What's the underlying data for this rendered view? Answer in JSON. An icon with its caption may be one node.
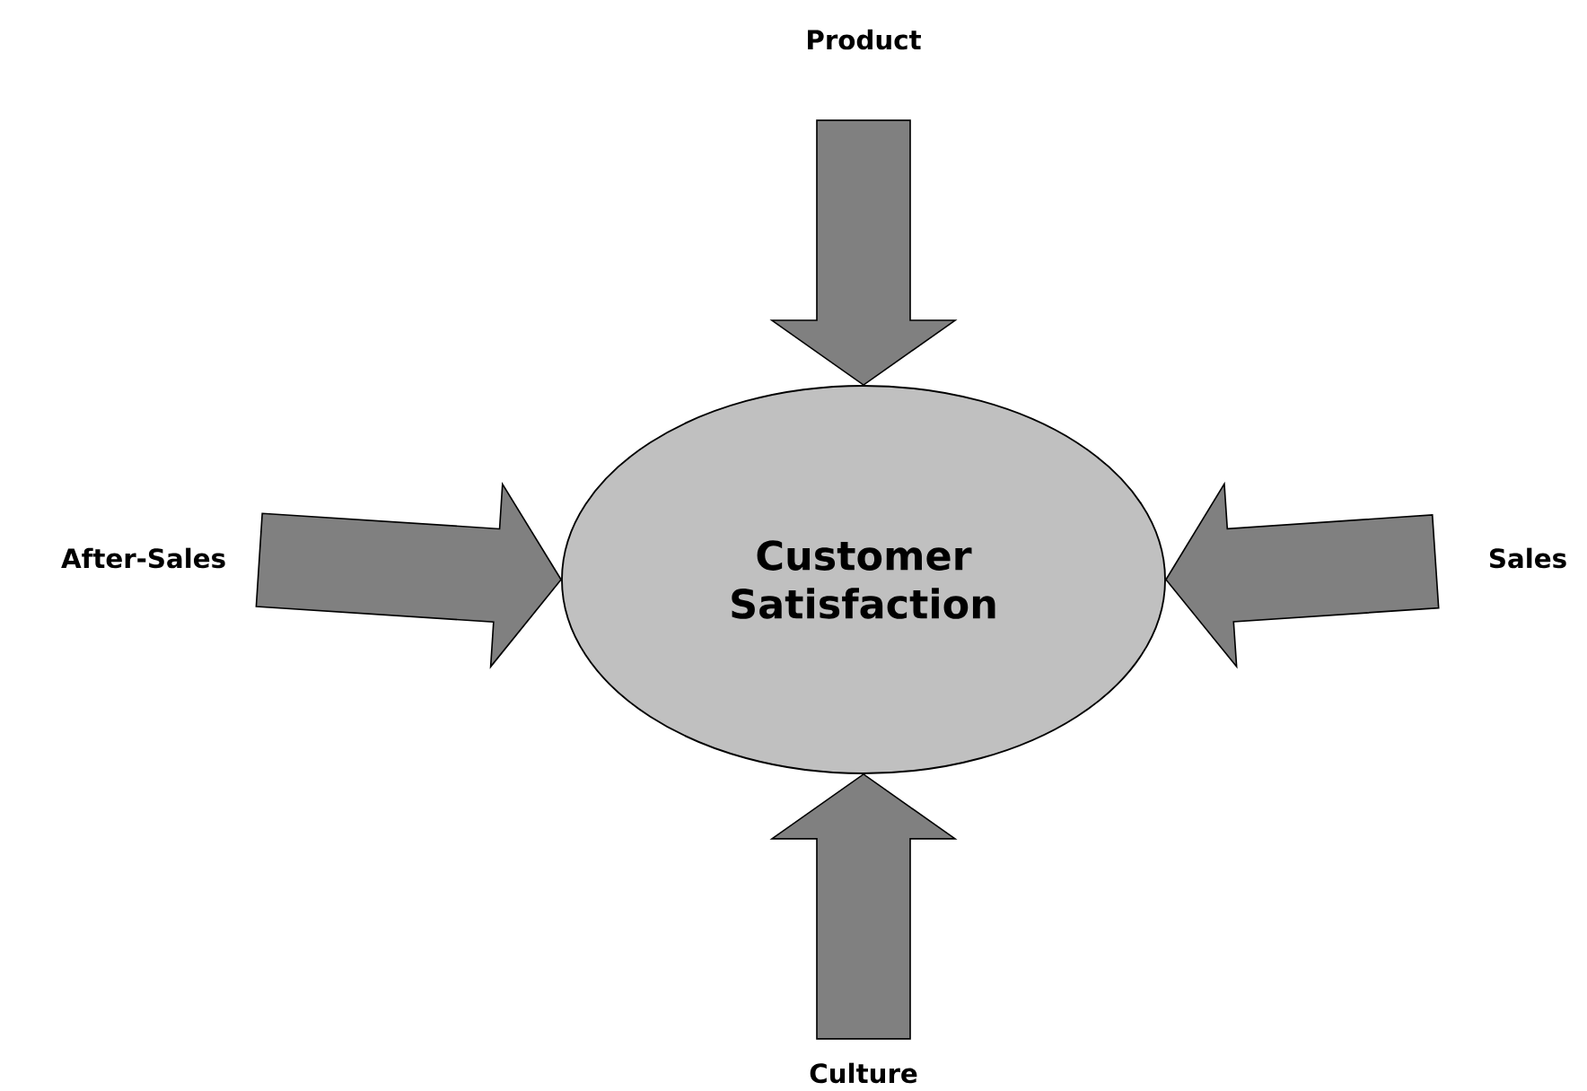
{
  "diagram": {
    "nodes": [
      {
        "text": [
          "Customer Satisfaction"
        ]
      },
      {
        "text": [
          "Product"
        ]
      },
      {
        "text": [
          "After-Sales"
        ]
      },
      {
        "text": [
          "Sales"
        ]
      },
      {
        "text": [
          "Culture"
        ]
      }
    ],
    "edges": [
      {
        "from": 1,
        "to": 0,
        "arrow": "to"
      },
      {
        "from": 2,
        "to": 0,
        "arrow": "to"
      },
      {
        "from": 3,
        "to": 0,
        "arrow": "to"
      },
      {
        "from": 4,
        "to": 0,
        "arrow": "to"
      }
    ]
  }
}
